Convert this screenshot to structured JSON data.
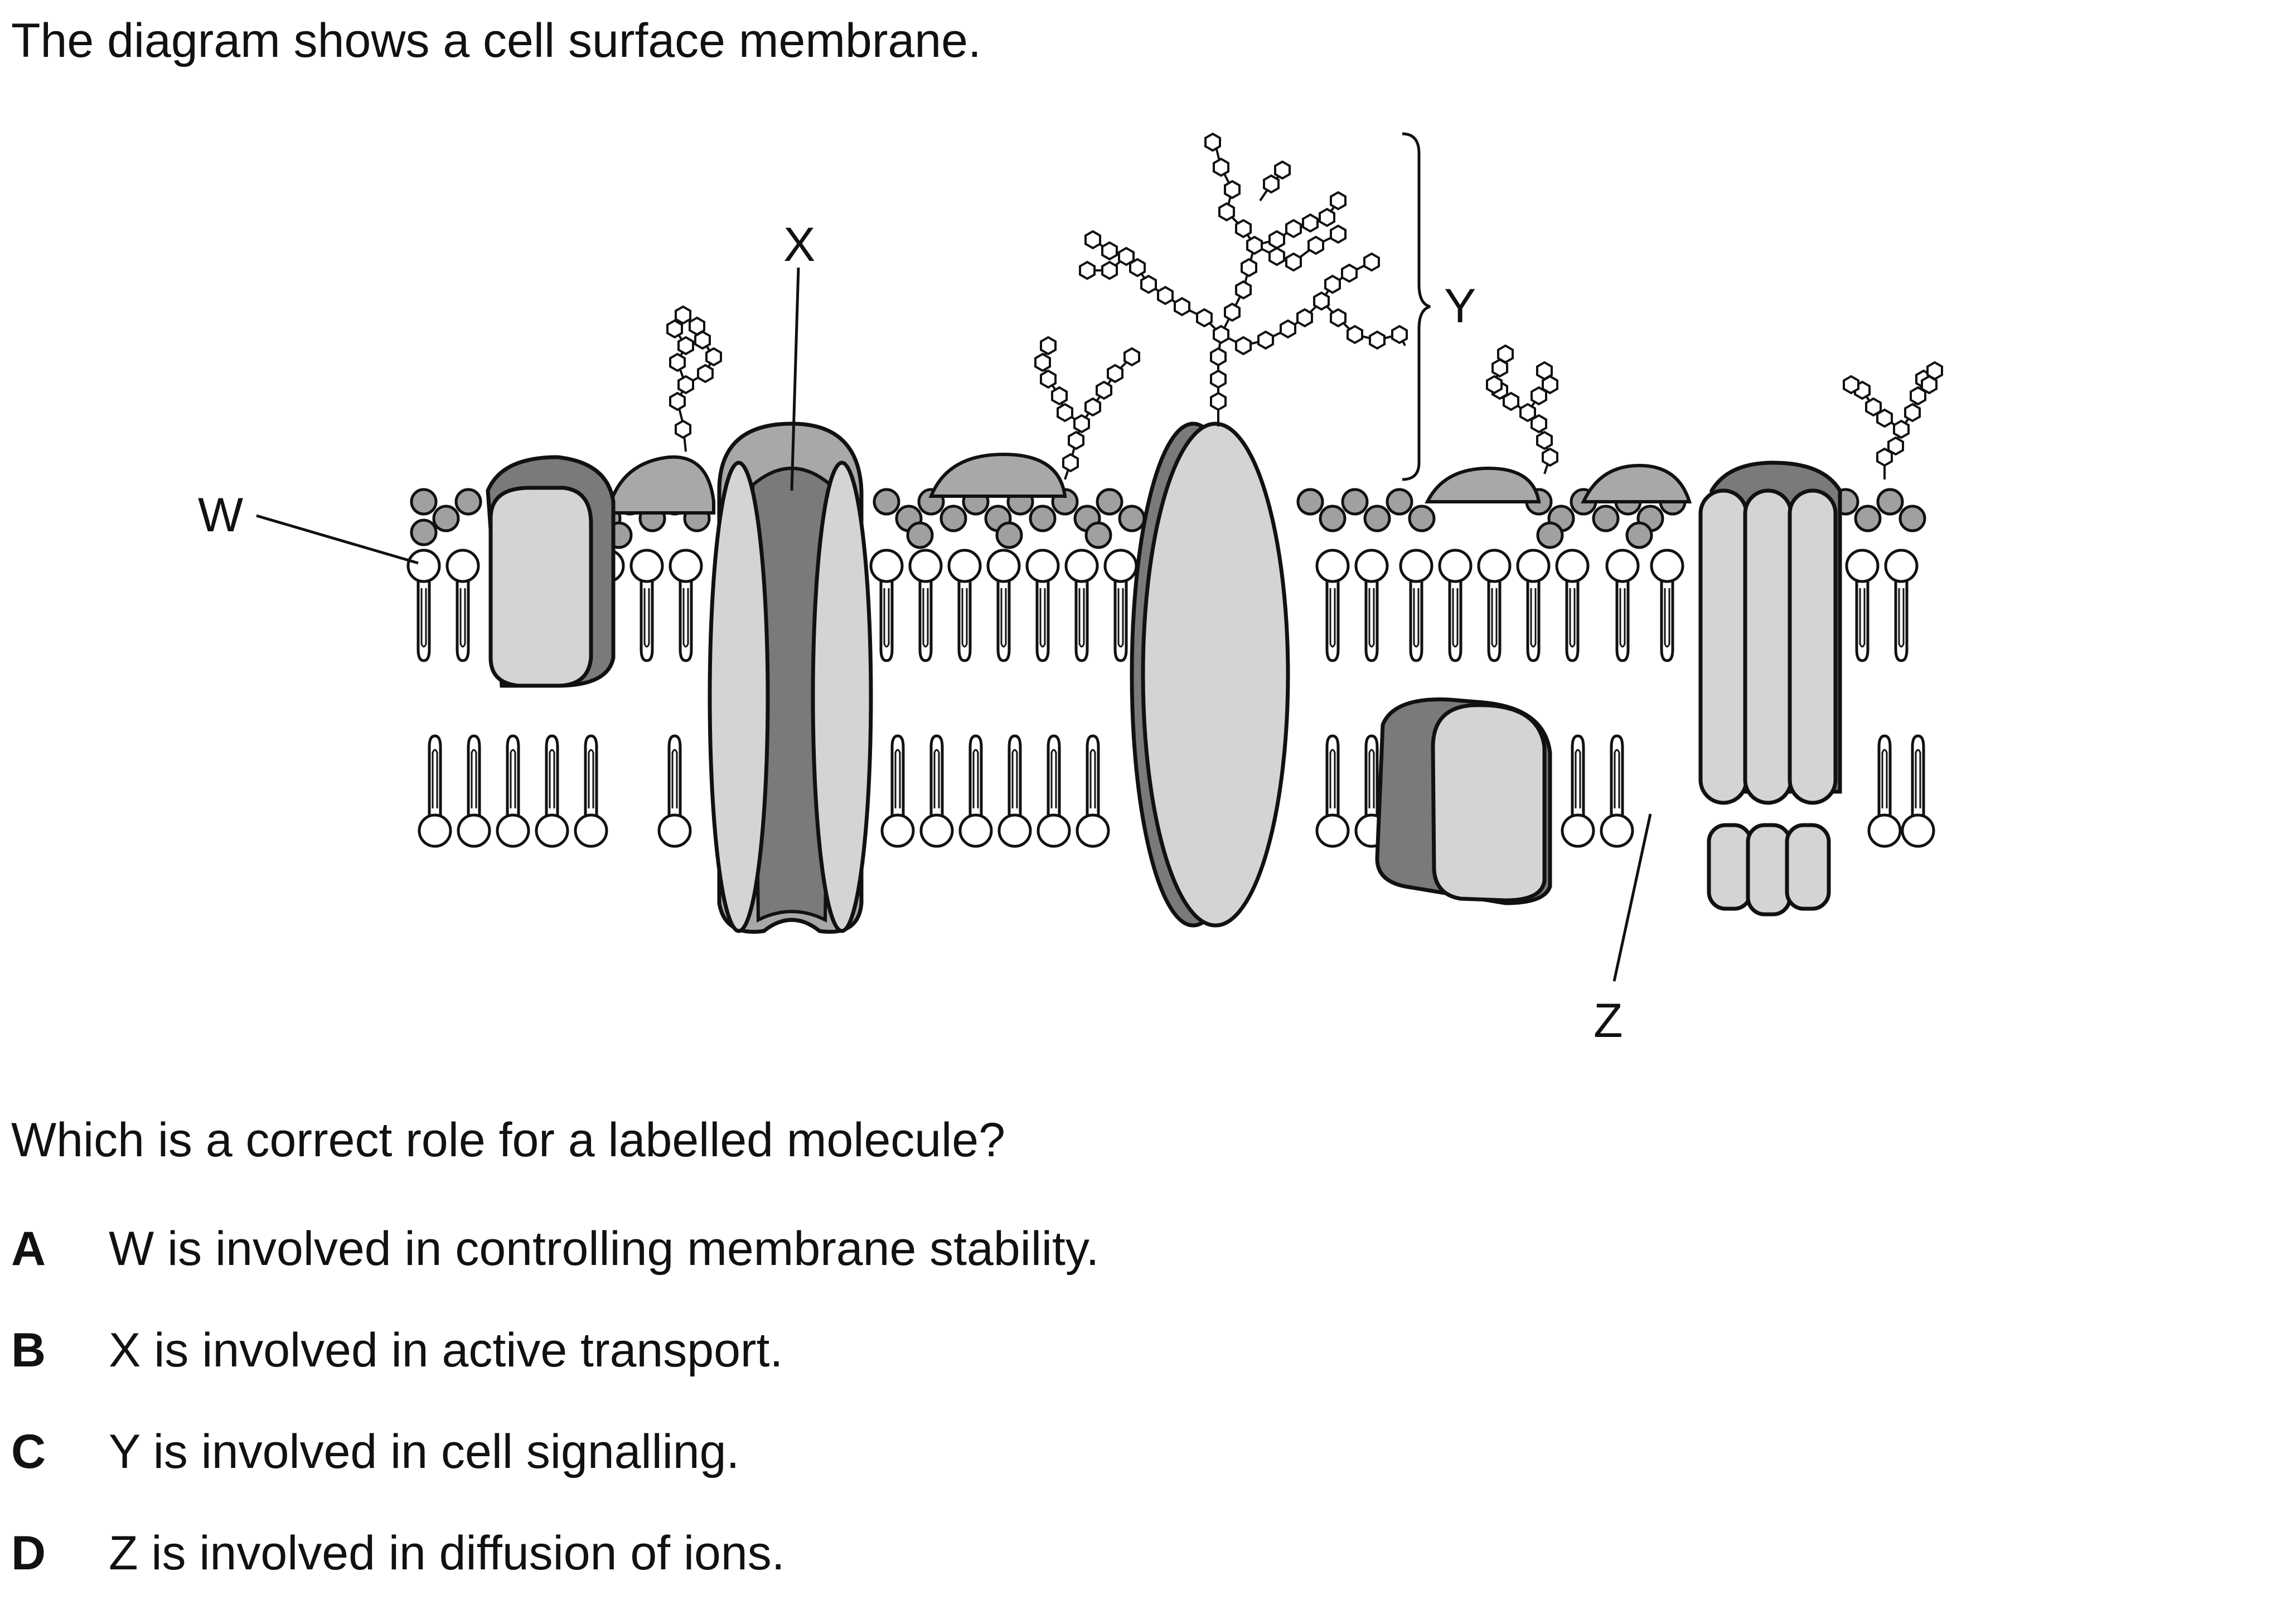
{
  "intro": "The diagram shows a cell surface membrane.",
  "diagram": {
    "labels": {
      "w": "W",
      "x": "X",
      "y": "Y",
      "z": "Z"
    },
    "colors": {
      "dark_protein": "#7a7a7a",
      "light_protein": "#d4d4d4",
      "mid_protein": "#a8a8a8",
      "grey_head": "#a0a0a0",
      "outline": "#111111"
    }
  },
  "question": "Which is a correct role for a labelled molecule?",
  "options": [
    {
      "letter": "A",
      "text": "W is involved in controlling membrane stability."
    },
    {
      "letter": "B",
      "text": "X is involved in active transport."
    },
    {
      "letter": "C",
      "text": "Y is involved in cell signalling."
    },
    {
      "letter": "D",
      "text": "Z is involved in diffusion of ions."
    }
  ]
}
